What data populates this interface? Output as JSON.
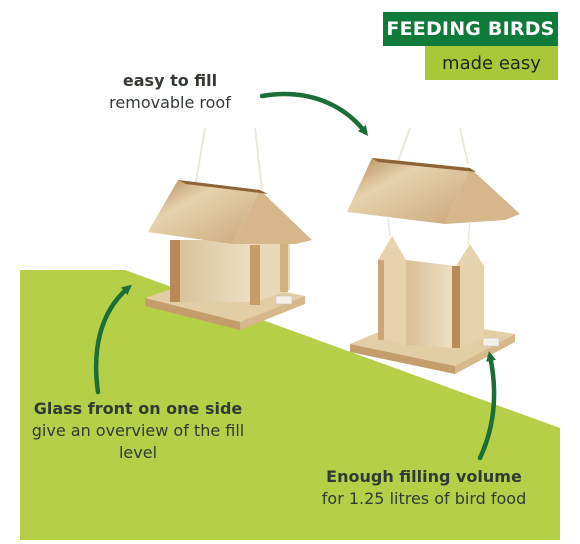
{
  "badge": {
    "title": "FEEDING BIRDS",
    "subtitle": "made easy"
  },
  "features": {
    "fill": {
      "title": "easy to fill",
      "subtitle": "removable roof"
    },
    "glass": {
      "title": "Glass front on one side",
      "subtitle": "give an overview of the fill level"
    },
    "volume": {
      "title": "Enough filling volume",
      "subtitle": "for 1.25 litres of bird food"
    }
  },
  "colors": {
    "badge_green": "#0f7a3a",
    "lime_green": "#a8c83a",
    "arrow_green": "#1a6e36",
    "wood": "#e9d8b8",
    "wood_burnt": "#a97a4a"
  },
  "icons": {
    "arrow_fill": "curved-arrow-icon",
    "arrow_glass": "curved-arrow-icon",
    "arrow_volume": "curved-arrow-icon"
  }
}
